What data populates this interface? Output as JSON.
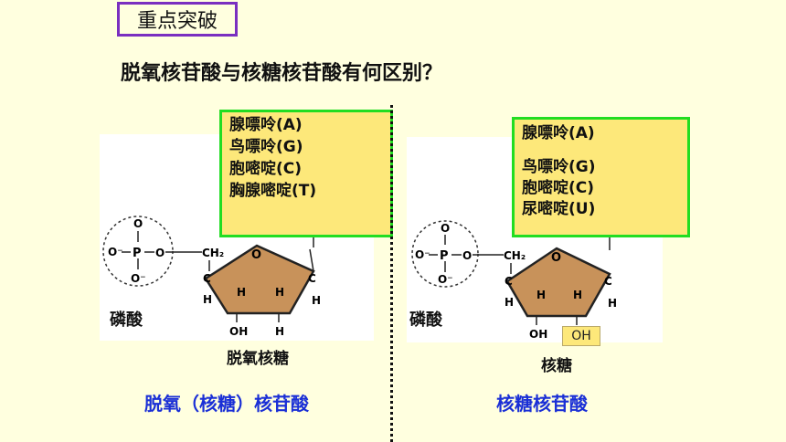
{
  "heading": "重点突破",
  "question": "脱氧核苷酸与核糖核苷酸有何区别？",
  "left": {
    "bases": [
      "腺嘌呤(A)",
      "鸟嘌呤(G)",
      "胞嘧啶(C)",
      "胸腺嘧啶(T)"
    ],
    "phosphate_label": "磷酸",
    "sugar_label": "脱氧核糖",
    "caption": "脱氧（核糖）核苷酸"
  },
  "right": {
    "bases": [
      "腺嘌呤(A)",
      "鸟嘌呤(G)",
      "胞嘧啶(C)",
      "尿嘧啶(U)"
    ],
    "phosphate_label": "磷酸",
    "sugar_label": "核糖",
    "oh_label": "OH",
    "caption": "核糖核苷酸"
  },
  "structure_text": {
    "o": "O",
    "minus_o": "O⁻",
    "p": "P",
    "c": "C",
    "h": "H",
    "ch2": "CH₂",
    "oh": "OH"
  },
  "colors": {
    "sugar_fill": "#c8925a",
    "box_fill": "#fde87a",
    "box_border": "#22dd22",
    "caption_blue": "#1a2fd6",
    "heading_border": "#7a2fc0"
  }
}
